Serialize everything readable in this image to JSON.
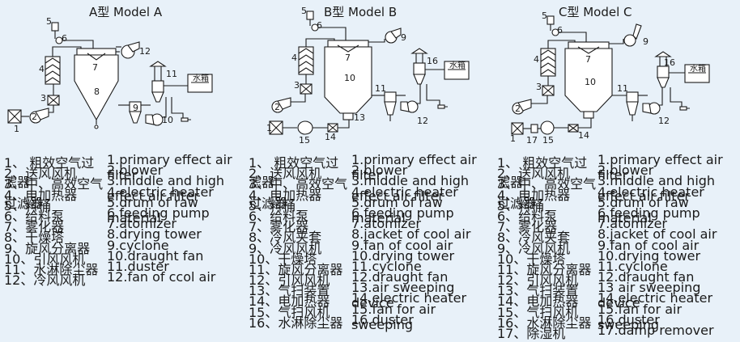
{
  "models": [
    {
      "title": "A型  Model A",
      "diagram_labels": [
        "1",
        "2",
        "3",
        "4",
        "5",
        "6",
        "7",
        "8",
        "9",
        "10",
        "11",
        "12",
        "水箱"
      ],
      "legend": [
        {
          "zh": "1、 粗效空气过滤器",
          "en": "1.primary effect air filter"
        },
        {
          "zh": "2、送风风机",
          "en": "2.blower"
        },
        {
          "zh": "3、中、高效空气过滤器",
          "en": "3.middle and high effect air filter"
        },
        {
          "zh": "4、电加热器",
          "en": "4.electric heater"
        },
        {
          "zh": "5、料桶",
          "en": "5.drum of raw material"
        },
        {
          "zh": "6、给料泵",
          "en": "6.feeding pump"
        },
        {
          "zh": "7、雾化器",
          "en": "7.atomizer"
        },
        {
          "zh": "8、干燥塔",
          "en": "8.drying tower"
        },
        {
          "zh": "9、旋风分离器",
          "en": "9.cyclone"
        },
        {
          "zh": "10、引风风机",
          "en": "10.draught fan"
        },
        {
          "zh": "11、水淋除尘器",
          "en": "11.duster"
        },
        {
          "zh": "12、冷风风机",
          "en": "12.fan of ccol air"
        }
      ]
    },
    {
      "title": "B型  Model B",
      "diagram_labels": [
        "1",
        "2",
        "3",
        "4",
        "5",
        "6",
        "7",
        "9",
        "10",
        "11",
        "12",
        "13",
        "14",
        "15",
        "16",
        "水箱"
      ],
      "legend": [
        {
          "zh": "1、 粗效空气过滤器",
          "en": "1.primary effect air filter"
        },
        {
          "zh": "2、送风风机",
          "en": "2.blower"
        },
        {
          "zh": "3、中、高效空气过滤器",
          "en": "3.middle and high effect air filter"
        },
        {
          "zh": "4、电加热器",
          "en": "4.electric heater"
        },
        {
          "zh": "5、料桶",
          "en": "5.drum of raw material"
        },
        {
          "zh": "6、给料泵",
          "en": "6.feeding pump"
        },
        {
          "zh": "7、雾化器",
          "en": "7.atomizer"
        },
        {
          "zh": "8、冷风夹套",
          "en": "8.jacket of cool air"
        },
        {
          "zh": "9、冷风风机",
          "en": "9.fan of cool air"
        },
        {
          "zh": "10、干燥塔",
          "en": "10.drying tower"
        },
        {
          "zh": "11、旋风分离器",
          "en": "11.cyclone"
        },
        {
          "zh": "12、引风风机",
          "en": "12.draught fan"
        },
        {
          "zh": "13、气扫装置",
          "en": "13.air sweeping device"
        },
        {
          "zh": "14、电加热器",
          "en": "14.electric heater"
        },
        {
          "zh": "15、气扫风机",
          "en": "15.fan for air sweeping"
        },
        {
          "zh": "16、水淋除尘器",
          "en": "16.duster"
        }
      ]
    },
    {
      "title": "C型  Model C",
      "diagram_labels": [
        "1",
        "2",
        "3",
        "4",
        "5",
        "6",
        "7",
        "9",
        "10",
        "11",
        "12",
        "14",
        "15",
        "16",
        "17",
        "水箱"
      ],
      "legend": [
        {
          "zh": "1、 粗效空气过滤器",
          "en": "1.primary effect air filter"
        },
        {
          "zh": "2、送风风机",
          "en": "2.blower"
        },
        {
          "zh": "3、中、高效空气过滤器",
          "en": "3.middle and high effect air filter"
        },
        {
          "zh": "4、电加热器",
          "en": "4.electric heater"
        },
        {
          "zh": "5、料桶",
          "en": "5.drum of raw material"
        },
        {
          "zh": "6、给料泵",
          "en": "6.feeding pump"
        },
        {
          "zh": "7、雾化器",
          "en": "7.atomizer"
        },
        {
          "zh": "8、冷风夹套",
          "en": "8.jacket of cool air"
        },
        {
          "zh": "9、冷风风机",
          "en": "9.fan of cool air"
        },
        {
          "zh": "10、干燥塔",
          "en": "10.drying tower"
        },
        {
          "zh": "11、旋风分离器",
          "en": "11.cyclone"
        },
        {
          "zh": "12、引风风机",
          "en": "12.draught fan"
        },
        {
          "zh": "13、气扫装置",
          "en": "13 air sweeping device"
        },
        {
          "zh": "14、电加热器",
          "en": "14.electric heater"
        },
        {
          "zh": "15、气扫风机",
          "en": "15.fan for air sweeping"
        },
        {
          "zh": "16、水淋除尘器",
          "en": "16.duster"
        },
        {
          "zh": "17、除湿机",
          "en": "17.damp remover"
        }
      ]
    }
  ]
}
